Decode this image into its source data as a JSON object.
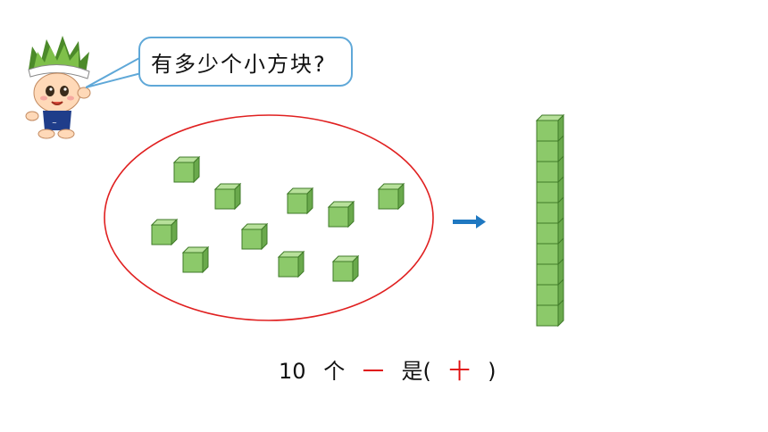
{
  "question": "有多少个小方块?",
  "caption": {
    "number": "10",
    "measure_word": "个",
    "unit_one": "一",
    "is_text": "是(",
    "answer": "十",
    "close_paren": ")"
  },
  "colors": {
    "cube_face": "#8cc96a",
    "cube_top": "#b7e09a",
    "cube_side": "#6aa94c",
    "ellipse": "#e02020",
    "arrow": "#1f78c1",
    "bubble_border": "#5fa8d8",
    "answer": "#e01010"
  },
  "loose_cube_count": 10,
  "rod_cube_count": 10,
  "icons": [
    "mascot-icon",
    "cube-icon",
    "arrow-right-icon"
  ]
}
